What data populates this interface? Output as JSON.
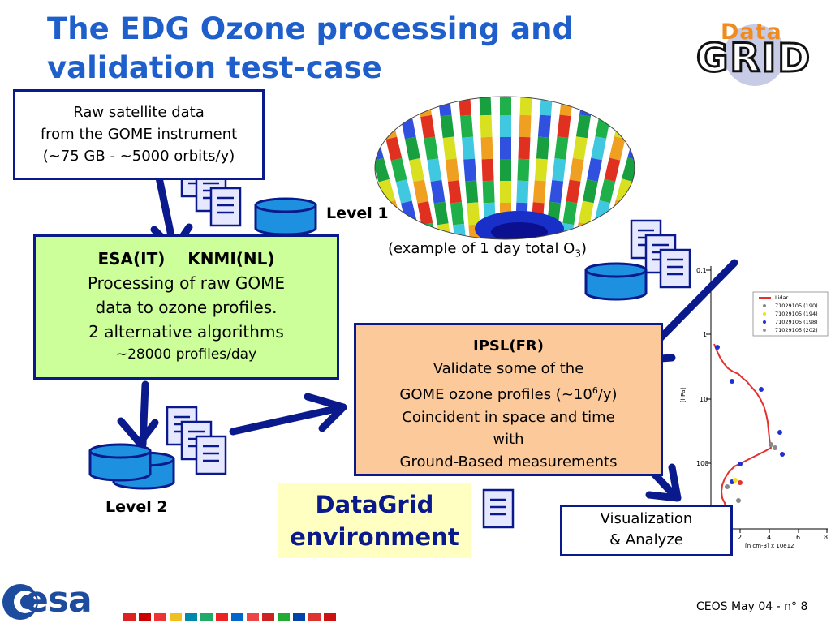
{
  "title": {
    "line1": "The EDG Ozone processing and",
    "line2": "validation test-case"
  },
  "logo": {
    "data": "Data",
    "grid": "GRID"
  },
  "raw_box": {
    "line1": "Raw satellite data",
    "line2": "from the GOME instrument",
    "line3": "(~75 GB - ~5000 orbits/y)"
  },
  "level1_label": "Level 1",
  "globe_caption": {
    "text": "(example of 1 day total O",
    "sub": "3",
    "close": ")"
  },
  "esa_box": {
    "line1": "ESA(IT)    KNMI(NL)",
    "line2": "Processing of raw GOME",
    "line3": "data to ozone profiles.",
    "line4": "2 alternative algorithms",
    "line5": "~28000 profiles/day"
  },
  "ipsl_box": {
    "line1": "IPSL(FR)",
    "line2": "Validate some of the",
    "line3a": "GOME ozone profiles (~10",
    "line3sup": "6",
    "line3b": "/y)",
    "line4": "Coincident in space and time",
    "line5": "with",
    "line6": "Ground-Based measurements"
  },
  "level2_label": "Level 2",
  "datagrid_box": {
    "line1": "DataGrid",
    "line2": "environment"
  },
  "vis_box": {
    "line1": "Visualization",
    "line2": "& Analyze"
  },
  "profile_chart": {
    "y_ticks": [
      "0.1",
      "1",
      "10",
      "100"
    ],
    "x_ticks": [
      "2",
      "4",
      "6",
      "8"
    ],
    "ylabel": "[hPa]",
    "xlabel": "[n cm-3] x 10e12",
    "legend": [
      "Lidar",
      "71029105 (190)",
      "71029105 (194)",
      "71029105 (198)",
      "71029105 (202)"
    ]
  },
  "esa_logo": "esa",
  "footer": "CEOS May 04 - n° 8",
  "colors": {
    "title": "#1f5fcb",
    "arrow": "#0a1a8c",
    "esa_box": "#ccff99",
    "ipsl_box": "#fbc99a",
    "datagrid_box": "#ffffc2",
    "db": "#1e90e0"
  }
}
